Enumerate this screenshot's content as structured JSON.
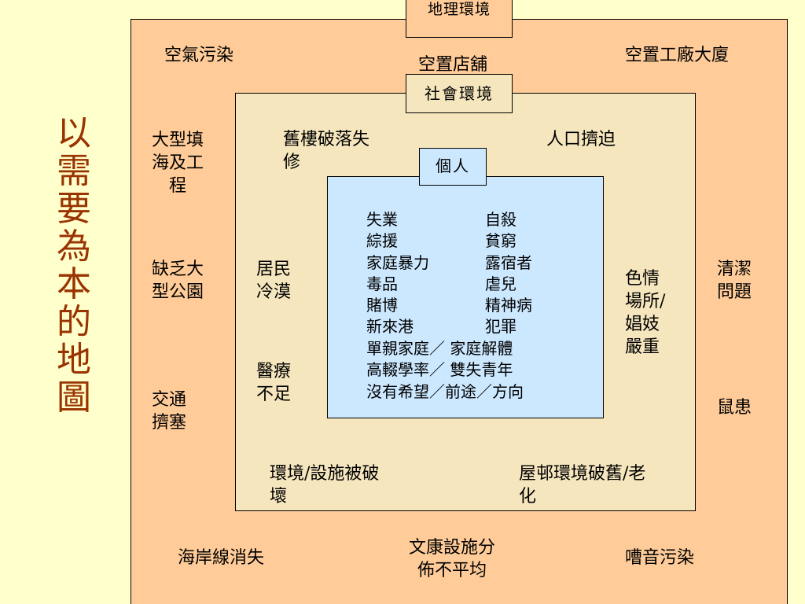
{
  "side_title": [
    "以",
    "需",
    "要",
    "為",
    "本",
    "的",
    "地",
    "圖"
  ],
  "tags": {
    "geographic": "地理環境",
    "social": "社會環境",
    "individual": "個人"
  },
  "geographic_items": {
    "air_pollution": "空氣污染",
    "vacant_factory": "空置工廠大廈",
    "vacant_shops": "空置店舖",
    "reclamation": [
      "大型填",
      "海及工",
      "程"
    ],
    "lack_of_parks": [
      "缺乏大",
      "型公園"
    ],
    "traffic": [
      "交通",
      "擠塞"
    ],
    "cleanliness": [
      "清潔",
      "問題"
    ],
    "rodents": "鼠患",
    "coastline": "海岸線消失",
    "culture_facilities": [
      "文康設施分",
      "佈不平均"
    ],
    "noise": "嘈音污染"
  },
  "social_items": {
    "old_buildings": [
      "舊樓破落失",
      "修"
    ],
    "crowding": "人口擠迫",
    "indifference": [
      "居民",
      "冷漠"
    ],
    "medical": [
      "醫療",
      "不足"
    ],
    "vice": [
      "色情",
      "場所/",
      "娼妓",
      "嚴重"
    ],
    "vandalism": [
      "環境/設施被破",
      "壞"
    ],
    "estate_aging": [
      "屋邨環境破舊/老",
      "化"
    ]
  },
  "individual_items": {
    "left_column": [
      "失業",
      "綜援",
      "家庭暴力",
      "毒品",
      "賭博",
      "新來港"
    ],
    "right_column": [
      "自殺",
      "貧窮",
      "露宿者",
      "虐兒",
      "精神病",
      "犯罪"
    ],
    "full_width": [
      "單親家庭／ 家庭解體",
      "高輟學率／ 雙失青年",
      "沒有希望／前途／方向"
    ]
  }
}
